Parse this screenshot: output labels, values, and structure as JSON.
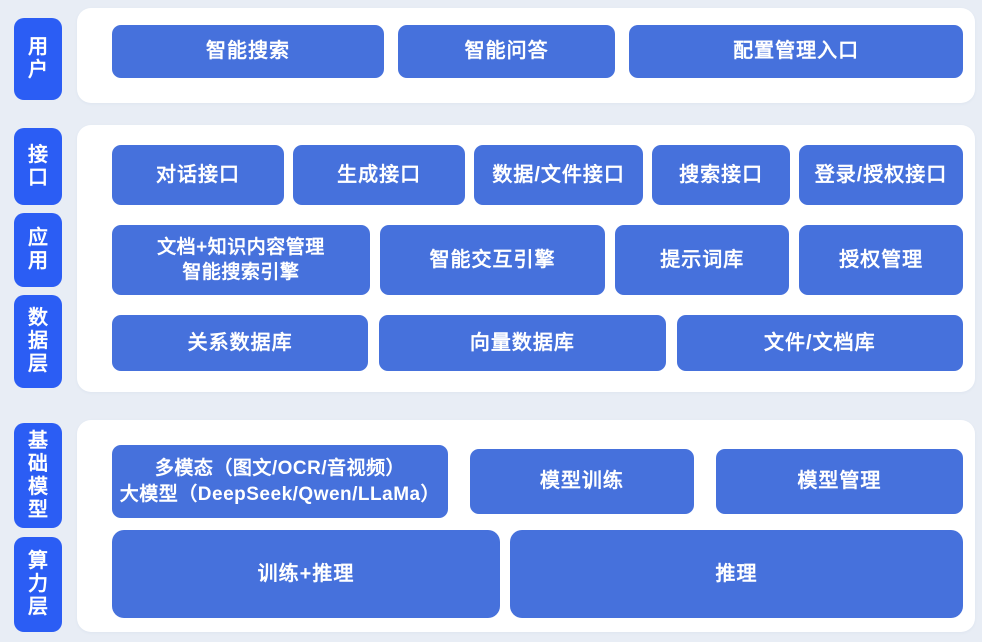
{
  "colors": {
    "background": "#e8edf5",
    "panel": "#ffffff",
    "layer_label_blue": "#2b5df4",
    "block_blue": "#4671dc",
    "text_white": "#ffffff"
  },
  "layers": {
    "user": {
      "label": "用户",
      "blocks": {
        "intelligent_search": "智能搜索",
        "intelligent_qa": "智能问答",
        "config_entry": "配置管理入口"
      }
    },
    "interface": {
      "label": "接口",
      "blocks": {
        "dialog_api": "对话接口",
        "generation_api": "生成接口",
        "data_file_api": "数据/文件接口",
        "search_api": "搜索接口",
        "login_auth_api": "登录/授权接口"
      }
    },
    "application": {
      "label": "应用",
      "blocks": {
        "doc_km_line1": "文档+知识内容管理",
        "doc_km_line2": "智能搜索引擎",
        "interaction_engine": "智能交互引擎",
        "prompt_library": "提示词库",
        "auth_management": "授权管理"
      }
    },
    "data": {
      "label": "数据层",
      "blocks": {
        "relational_db": "关系数据库",
        "vector_db": "向量数据库",
        "file_doc_store": "文件/文档库"
      }
    },
    "foundation": {
      "label": "基础模型",
      "blocks": {
        "llm_line1": "多模态（图文/OCR/音视频）",
        "llm_line2": "大模型（DeepSeek/Qwen/LLaMa）",
        "model_training": "模型训练",
        "model_management": "模型管理"
      }
    },
    "compute": {
      "label": "算力层",
      "blocks": {
        "training_inference": "训练+推理",
        "inference": "推理"
      }
    }
  }
}
